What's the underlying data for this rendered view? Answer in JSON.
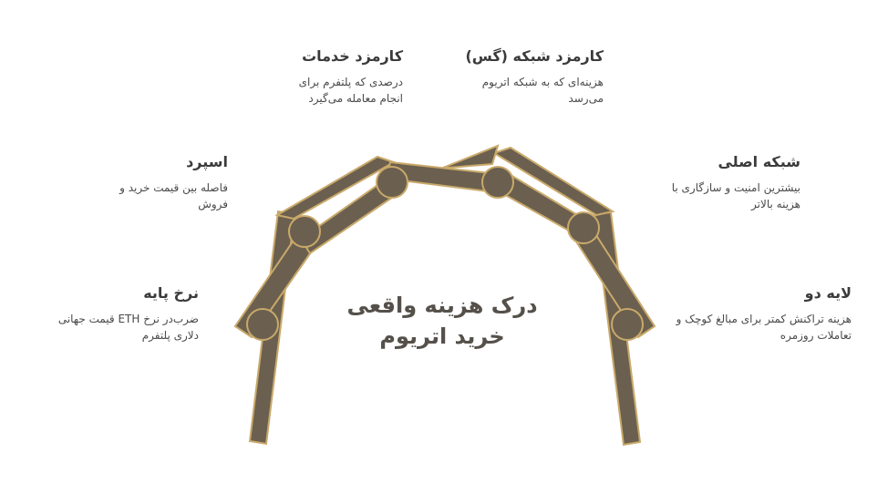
{
  "center": {
    "line1": "درک هزینه واقعی",
    "line2": "خرید اتریوم"
  },
  "items": [
    {
      "title": "نرخ پایه",
      "desc": "ضرب‌در نرخ ETH قیمت جهانی دلاری پلتفرم"
    },
    {
      "title": "اسپرد",
      "desc": "فاصله بین قیمت خرید و فروش"
    },
    {
      "title": "کارمزد خدمات",
      "desc": "درصدی که پلتفرم برای انجام معامله می‌گیرد"
    },
    {
      "title": "کارمزد شبکه (گس)",
      "desc": "هزینه‌ای که به شبکه اتریوم می‌رسد"
    },
    {
      "title": "شبکه اصلی",
      "desc": "بیشترین امنیت و سازگاری با هزینه بالاتر"
    },
    {
      "title": "لایه دو",
      "desc": "هزینه تراکنش کمتر برای مبالغ کوچک و تعاملات روزمره"
    }
  ],
  "colors": {
    "beam": "#6b604f",
    "beam_stroke": "#c9a96a",
    "background": "#ffffff"
  }
}
